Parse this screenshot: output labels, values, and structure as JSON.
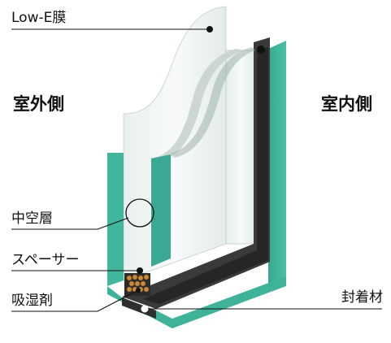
{
  "title": "",
  "sides": {
    "outdoor": "室外側",
    "indoor": "室内側"
  },
  "labels": {
    "low_e": "Low-E膜",
    "hollow_layer": "中空層",
    "spacer": "スペーサー",
    "desiccant": "吸湿剤",
    "sealant": "封着材"
  },
  "colors": {
    "glass_edge": "#3fb39a",
    "glass_edge_dark": "#2d8f7a",
    "frame": "#3a3a3a",
    "frame_dark": "#1f1f1f",
    "glass_face": "#eef3f1",
    "desiccant": "#c98a3a",
    "leader": "#111111"
  }
}
